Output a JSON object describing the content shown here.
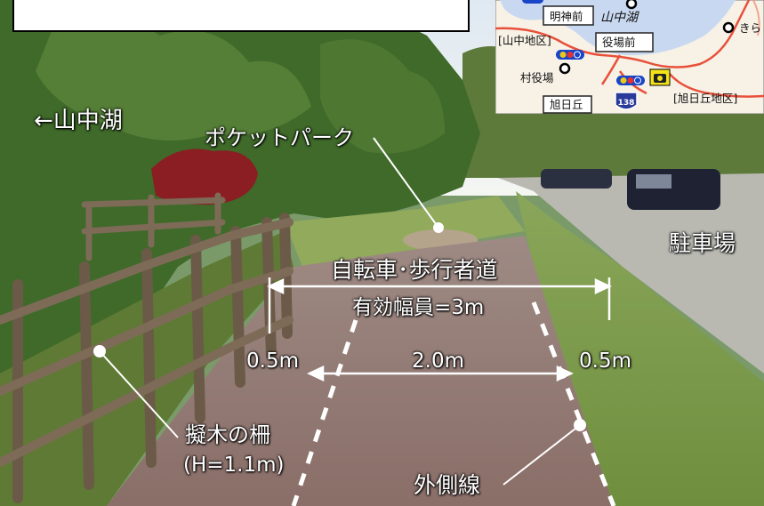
{
  "labels": {
    "lake_arrow": "←山中湖",
    "pocket_park": "ポケットパーク",
    "parking": "駐車場",
    "path_title": "自転車･歩行者道",
    "path_width": "有効幅員=3m",
    "w_left": "0.5m",
    "w_center": "2.0m",
    "w_right": "0.5m",
    "fence": "擬木の柵",
    "fence_height": "(H=1.1m)",
    "outer_line": "外側線"
  },
  "map": {
    "lake": "山中湖",
    "myojinmae": "明神前",
    "yamanaka_district": "[山中地区]",
    "yakubamae": "役場前",
    "village_office": "村役場",
    "asahigaoka": "旭日丘",
    "asahigaoka_district": "[旭日丘地区]",
    "kira": "きら",
    "route_number": "138"
  },
  "colors": {
    "label_text": "#ffffff",
    "lake": "#c8d8f0",
    "road": "#e8503a",
    "route_shield": "#2a3a9a",
    "camera_marker": "#f2e21a"
  }
}
